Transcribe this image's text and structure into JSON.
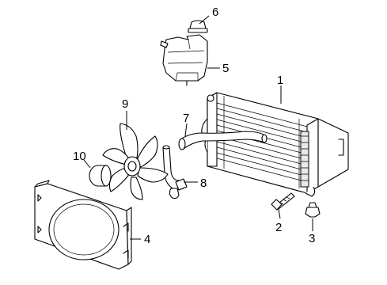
{
  "callouts": [
    {
      "id": "1",
      "part": "radiator"
    },
    {
      "id": "2",
      "part": "bolt"
    },
    {
      "id": "3",
      "part": "grommet"
    },
    {
      "id": "4",
      "part": "fan-shroud"
    },
    {
      "id": "5",
      "part": "reservoir"
    },
    {
      "id": "6",
      "part": "reservoir-cap"
    },
    {
      "id": "7",
      "part": "upper-hose"
    },
    {
      "id": "8",
      "part": "lower-hose"
    },
    {
      "id": "9",
      "part": "fan-blade"
    },
    {
      "id": "10",
      "part": "fan-clutch"
    }
  ]
}
